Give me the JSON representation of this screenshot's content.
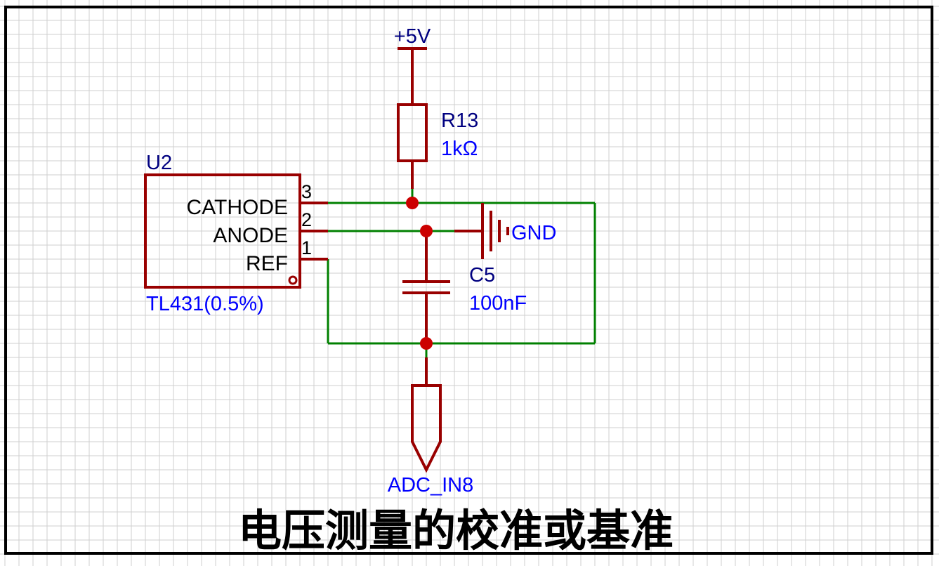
{
  "colors": {
    "grid": "#cfcfcf",
    "border": "#000000",
    "component": "#990000",
    "wire": "#008000",
    "junction": "#cc0000",
    "ref_label": "#000080",
    "value_label": "#0000ff",
    "pin_text": "#000000",
    "title": "#000000"
  },
  "power": {
    "label": "+5V"
  },
  "resistor": {
    "ref": "R13",
    "value": "1kΩ"
  },
  "ic": {
    "ref": "U2",
    "value": "TL431(0.5%)",
    "pins": [
      {
        "number": "3",
        "name": "CATHODE"
      },
      {
        "number": "2",
        "name": "ANODE"
      },
      {
        "number": "1",
        "name": "REF"
      }
    ]
  },
  "ground": {
    "label": "GND"
  },
  "capacitor": {
    "ref": "C5",
    "value": "100nF"
  },
  "port": {
    "label": "ADC_IN8"
  },
  "title": "电压测量的校准或基准"
}
